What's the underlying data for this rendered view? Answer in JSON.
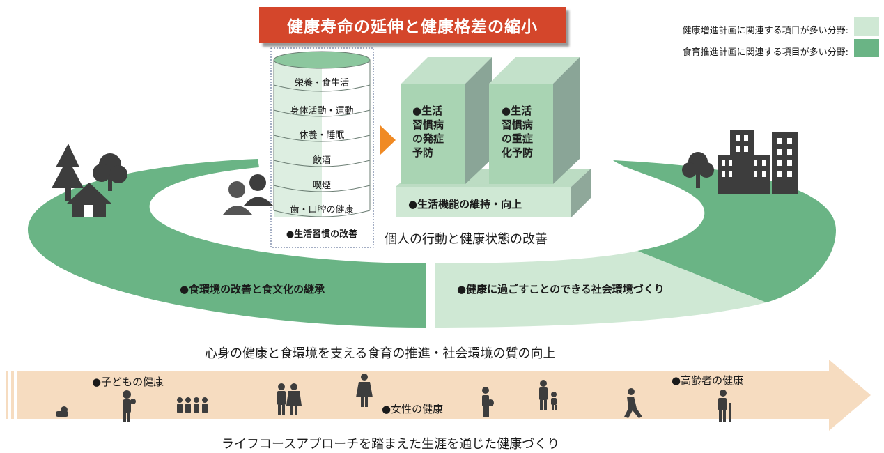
{
  "title": "健康寿命の延伸と健康格差の縮小",
  "legend": [
    {
      "label": "健康増進計画に関連する項目が多い分野:",
      "color": "#cfe8d4"
    },
    {
      "label": "食育推進計画に関連する項目が多い分野:",
      "color": "#6ab485"
    }
  ],
  "lifestyle": {
    "items": [
      "栄養・食生活",
      "身体活動・運動",
      "休養・睡眠",
      "飲酒",
      "喫煙",
      "歯・口腔の健康"
    ],
    "caption": "●生活習慣の改善"
  },
  "prevention": {
    "onset": [
      "●生活",
      "習慣病",
      "の発症",
      "予防"
    ],
    "severity": [
      "●生活",
      "習慣病",
      "の重症",
      "化予防"
    ],
    "function": "●生活機能の維持・向上"
  },
  "individual_label": "個人の行動と健康状態の改善",
  "ring": {
    "left": "●食環境の改善と食文化の継承",
    "right": "●健康に過ごすことのできる社会環境づくり",
    "caption": "心身の健康と食環境を支える食育の推進・社会環境の質の向上"
  },
  "lifecourse": {
    "children": "●子どもの健康",
    "women": "●女性の健康",
    "elderly": "●高齢者の健康",
    "caption": "ライフコースアプローチを踏まえた生涯を通じた健康づくり"
  },
  "colors": {
    "title_bg": "#d4462b",
    "dark_green": "#6ab485",
    "light_green": "#cfe8d4",
    "arrow": "#f6dcc0",
    "orange": "#f08a24",
    "box_green": "#a9d4b3"
  }
}
